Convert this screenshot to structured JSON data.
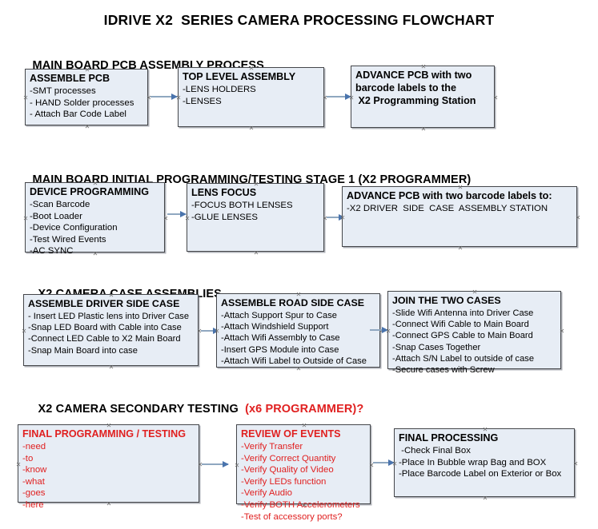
{
  "document": {
    "title": "IDRIVE X2  SERIES CAMERA PROCESSING FLOWCHART"
  },
  "sections": [
    {
      "id": "main-board-pcb-assembly-process",
      "heading": "MAIN BOARD PCB ASSEMBLY PROCESS",
      "heading_accent": ""
    },
    {
      "id": "main-board-initial-programming",
      "heading": "MAIN BOARD INITIAL PROGRAMMING/TESTING STAGE 1 (X2 PROGRAMMER)",
      "heading_accent": ""
    },
    {
      "id": "x2-camera-case-assemblies",
      "heading": "X2 CAMERA CASE ASSEMBLIES",
      "heading_accent": ""
    },
    {
      "id": "x2-camera-secondary-testing",
      "heading": "X2 CAMERA SECONDARY TESTING  ",
      "heading_accent": "(x6 PROGRAMMER)?"
    }
  ],
  "boxes": {
    "assemble_pcb": {
      "title": "ASSEMBLE PCB",
      "lines": [
        "-SMT processes",
        "- HAND Solder processes",
        "- Attach Bar Code Label"
      ]
    },
    "top_level_assembly": {
      "title": "TOP LEVEL ASSEMBLY",
      "lines": [
        "-LENS HOLDERS",
        "-LENSES"
      ]
    },
    "advance_pcb_programming": {
      "title": "ADVANCE PCB with two",
      "lines": [
        "barcode labels to the",
        " X2 Programming Station"
      ]
    },
    "device_programming": {
      "title": "DEVICE PROGRAMMING",
      "lines": [
        "-Scan Barcode",
        "-Boot Loader",
        "-Device Configuration",
        "-Test Wired Events",
        "-AC SYNC"
      ]
    },
    "lens_focus": {
      "title": "LENS FOCUS",
      "lines": [
        "-FOCUS BOTH LENSES",
        "-GLUE LENSES"
      ]
    },
    "advance_pcb_driver_case": {
      "title": "ADVANCE PCB with two barcode labels to:",
      "lines": [
        "-X2 DRIVER  SIDE  CASE  ASSEMBLY STATION"
      ]
    },
    "assemble_driver_side_case": {
      "title": "ASSEMBLE DRIVER SIDE CASE",
      "lines": [
        "- Insert LED Plastic lens into Driver Case",
        "-Snap LED Board with Cable into Case",
        "-Connect LED Cable to X2 Main Board",
        "-Snap Main Board into case"
      ]
    },
    "assemble_road_side_case": {
      "title": "ASSEMBLE ROAD SIDE CASE",
      "lines": [
        "-Attach Support Spur to Case",
        "-Attach Windshield Support",
        "-Attach Wifi Assembly to Case",
        "-Insert GPS Module into Case",
        "-Attach Wifi Label to Outside of Case"
      ]
    },
    "join_the_two_cases": {
      "title": "JOIN THE TWO CASES",
      "lines": [
        "-Slide Wifi Antenna into Driver Case",
        "-Connect Wifi Cable to Main Board",
        "-Connect GPS Cable to Main Board",
        "-Snap Cases Together",
        "-Attach S/N Label to outside of case",
        "-Secure cases with Screw"
      ]
    },
    "final_programming_testing": {
      "title": "FINAL PROGRAMMING / TESTING",
      "lines": [
        "-need",
        "-to",
        "-know",
        "-what",
        "-goes",
        "-here"
      ]
    },
    "review_of_events": {
      "title": "REVIEW OF EVENTS",
      "lines": [
        "-Verify Transfer",
        "-Verify Correct Quantity",
        "-Verify Quality of Video",
        "-Verify LEDs function",
        "-Verify Audio",
        "-Verify BOTH Accelerometers",
        "-Test of accessory ports?"
      ]
    },
    "final_processing": {
      "title": "FINAL PROCESSING",
      "lines": [
        " -Check Final Box",
        "-Place In Bubble wrap Bag and BOX",
        "-Place Barcode Label on Exterior or Box"
      ]
    }
  },
  "colors": {
    "box_fill": "#e7edf5",
    "box_border": "#44464a",
    "connector": "#8fa7c0",
    "arrow_head": "#4a74ad",
    "accent_red": "#e02020",
    "text": "#000000"
  }
}
